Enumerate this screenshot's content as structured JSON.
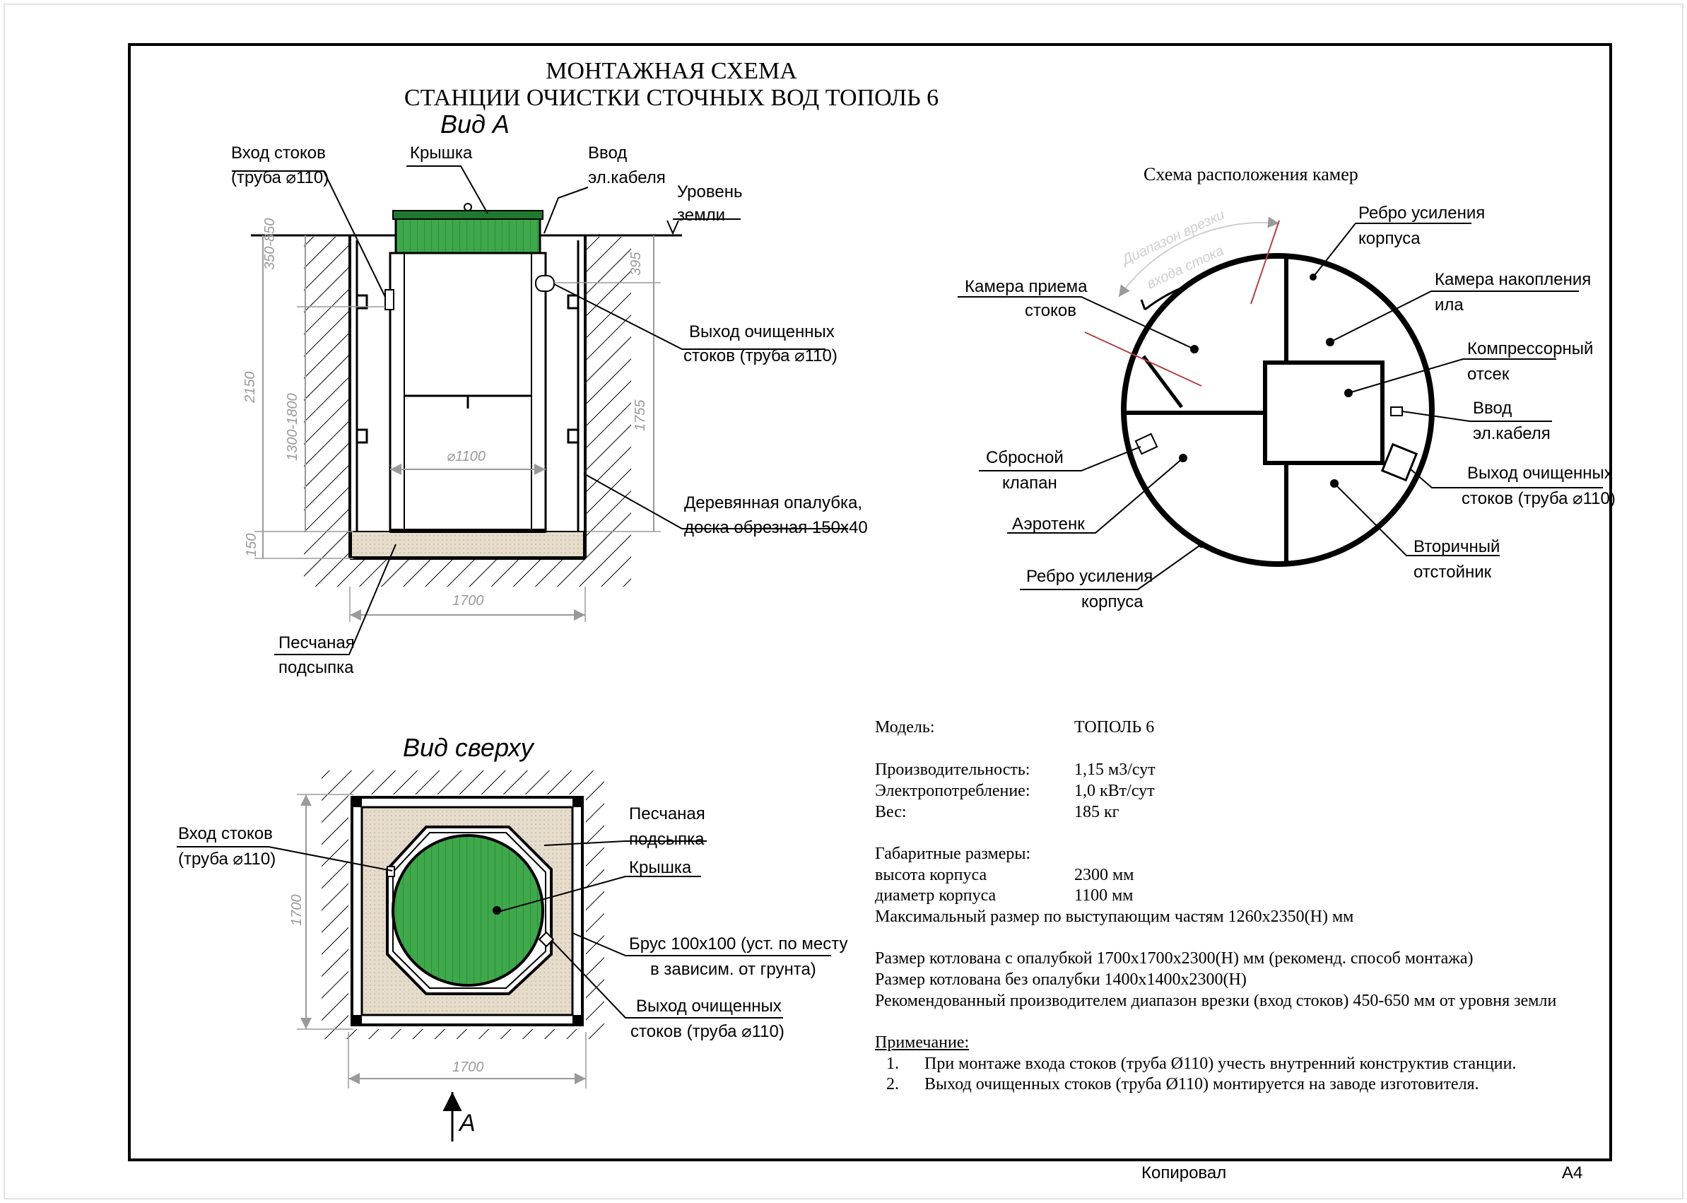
{
  "title": {
    "line1": "МОНТАЖНАЯ СХЕМА",
    "line2": "СТАНЦИИ ОЧИСТКИ СТОЧНЫХ ВОД ТОПОЛЬ 6"
  },
  "side_view": {
    "heading": "Вид А",
    "inlet": "Вход стоков",
    "inlet_pipe": "(труба ⌀110)",
    "lid": "Крышка",
    "cable_1": "Ввод",
    "cable_2": "эл.кабеля",
    "ground_1": "Уровень",
    "ground_2": "земли",
    "outlet_1": "Выход очищенных",
    "outlet_2": "стоков (труба ⌀110)",
    "formwork_1": "Деревянная опалубка,",
    "formwork_2": "доска обрезная 150х40",
    "sand_1": "Песчаная",
    "sand_2": "подсыпка",
    "dim_350_850": "350-850",
    "dim_395": "395",
    "dim_2150": "2150",
    "dim_1300_1800": "1300-1800",
    "dim_1755": "1755",
    "dim_1100": "⌀1100",
    "dim_150": "150",
    "dim_1700": "1700"
  },
  "chambers": {
    "heading": "Схема расположения камер",
    "range_1": "Диапазон врезки",
    "range_2": "входа стока",
    "receiving_1": "Камера приема",
    "receiving_2": "стоков",
    "rib_top_1": "Ребро усиления",
    "rib_top_2": "корпуса",
    "sludge_1": "Камера накопления",
    "sludge_2": "ила",
    "compressor_1": "Компрессорный",
    "compressor_2": "отсек",
    "cable_1": "Ввод",
    "cable_2": "эл.кабеля",
    "outlet_1": "Выход очищенных",
    "outlet_2": "стоков (труба ⌀110)",
    "valve_1": "Сбросной",
    "valve_2": "клапан",
    "aerotank": "Аэротенк",
    "rib_bottom_1": "Ребро усиления",
    "rib_bottom_2": "корпуса",
    "secondary_1": "Вторичный",
    "secondary_2": "отстойник"
  },
  "top_view": {
    "heading": "Вид сверху",
    "inlet_1": "Вход стоков",
    "inlet_2": "(труба ⌀110)",
    "sand_1": "Песчаная",
    "sand_2": "подсыпка",
    "lid": "Крышка",
    "beam_1": "Брус 100х100 (уст. по месту",
    "beam_2": "в зависим. от грунта)",
    "outlet_1": "Выход очищенных",
    "outlet_2": "стоков (труба ⌀110)",
    "dim_1700_v": "1700",
    "dim_1700_h": "1700",
    "arrow_label": "А"
  },
  "specs": {
    "model_label": "Модель:",
    "model_value": "ТОПОЛЬ 6",
    "capacity_label": "Производительность:",
    "capacity_value": "1,15 м3/сут",
    "power_label": "Электропотребление:",
    "power_value": "1,0 кВт/сут",
    "weight_label": "Вес:",
    "weight_value": "185 кг",
    "dims_heading": "Габаритные размеры:",
    "height_label": "высота корпуса",
    "height_value": "2300 мм",
    "diameter_label": "диаметр корпуса",
    "diameter_value": "1100 мм",
    "max_size": "Максимальный размер по выступающим частям 1260х2350(Н) мм",
    "pit_with": "Размер котлована с опалубкой 1700х1700х2300(Н) мм (рекоменд. способ монтажа)",
    "pit_without": "Размер котлована без опалубки 1400х1400х2300(Н)",
    "recommended": "Рекомендованный производителем диапазон врезки (вход стоков) 450-650 мм от уровня земли",
    "note_heading": "Примечание:",
    "note_1_num": "1.",
    "note_1": "При монтаже входа  стоков (труба  Ø110) учесть внутренний конструктив станции.",
    "note_2_num": "2.",
    "note_2": "Выход очищенных стоков (труба  Ø110) монтируется на заводе изготовителя."
  },
  "stamp": {
    "copied": "Копировал",
    "format": "А4"
  },
  "colors": {
    "lid_green": "#3ea84a",
    "lid_dark": "#1f7a2e",
    "sand": "#e8dfcf",
    "red_line": "#b3404a",
    "dim_grey": "#9a9a9a"
  }
}
